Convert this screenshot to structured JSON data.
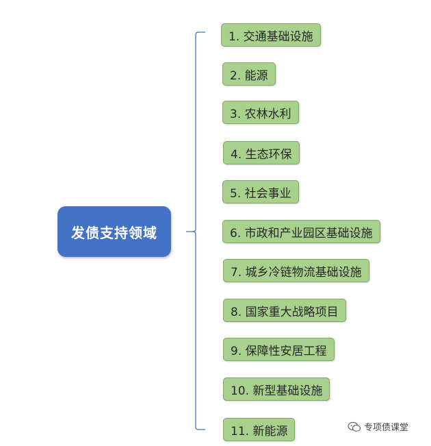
{
  "diagram": {
    "root": {
      "label": "发债支持领域"
    },
    "items": [
      {
        "label": "1. 交通基础设施"
      },
      {
        "label": "2. 能源"
      },
      {
        "label": "3. 农林水利"
      },
      {
        "label": "4. 生态环保"
      },
      {
        "label": "5. 社会事业"
      },
      {
        "label": "6. 市政和产业园区基础设施"
      },
      {
        "label": "7. 城乡冷链物流基础设施"
      },
      {
        "label": "8. 国家重大战略项目"
      },
      {
        "label": "9. 保障性安居工程"
      },
      {
        "label": "10. 新型基础设施"
      },
      {
        "label": "11. 新能源"
      }
    ],
    "colors": {
      "root_fill": "#4472c4",
      "item_fill": "#a9d18e",
      "item_border": "#7fa866",
      "connector": "#4472c4"
    }
  },
  "watermark": {
    "text": "专项债课堂",
    "icon": "wechat-icon"
  }
}
